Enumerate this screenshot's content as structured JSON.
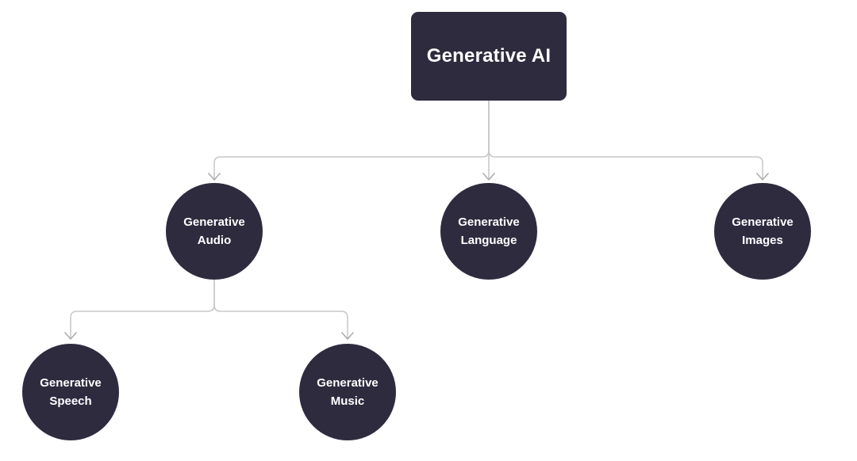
{
  "diagram": {
    "nodes": {
      "root": {
        "label": "Generative AI",
        "shape": "rectangle"
      },
      "audio": {
        "label": "Generative Audio",
        "shape": "circle"
      },
      "language": {
        "label": "Generative Language",
        "shape": "circle"
      },
      "images": {
        "label": "Generative Images",
        "shape": "circle"
      },
      "speech": {
        "label": "Generative Speech",
        "shape": "circle"
      },
      "music": {
        "label": "Generative Music",
        "shape": "circle"
      }
    },
    "edges": [
      {
        "from": "Generative AI",
        "to": "Generative Audio"
      },
      {
        "from": "Generative AI",
        "to": "Generative Language"
      },
      {
        "from": "Generative AI",
        "to": "Generative Images"
      },
      {
        "from": "Generative Audio",
        "to": "Generative Speech"
      },
      {
        "from": "Generative Audio",
        "to": "Generative Music"
      }
    ],
    "colors": {
      "node_fill": "#2e2b3f",
      "node_text": "#ffffff",
      "edge_line": "#c9c9c9",
      "arrowhead": "#adadad",
      "background": "#ffffff"
    }
  }
}
